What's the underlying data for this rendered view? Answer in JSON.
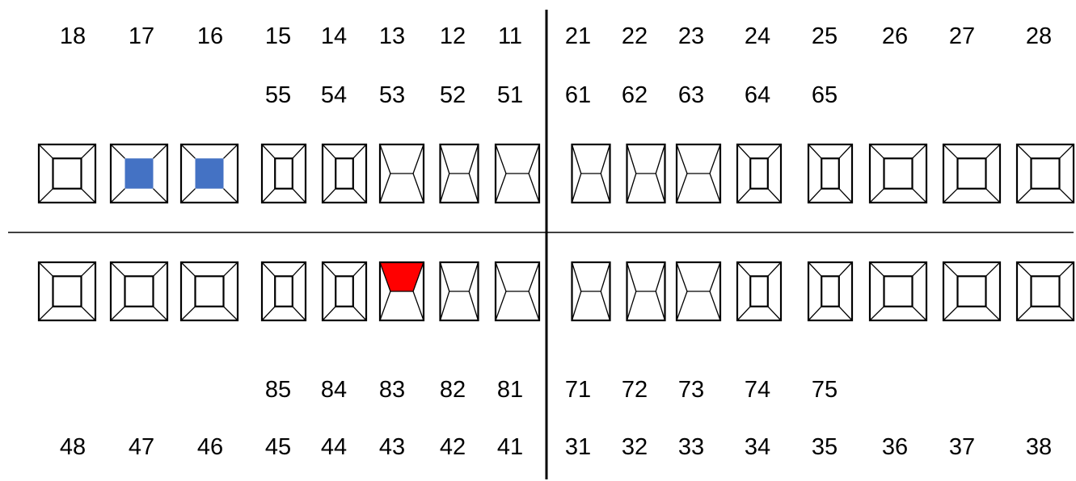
{
  "colors": {
    "line": "#000000",
    "blue_mark": "#4472C4",
    "red_mark": "#FF0000"
  },
  "upper": {
    "permanent_numbers": [
      "18",
      "17",
      "16",
      "15",
      "14",
      "13",
      "12",
      "11",
      "21",
      "22",
      "23",
      "24",
      "25",
      "26",
      "27",
      "28"
    ],
    "primary_numbers": [
      "55",
      "54",
      "53",
      "52",
      "51",
      "61",
      "62",
      "63",
      "64",
      "65"
    ],
    "teeth": [
      {
        "type": "molar"
      },
      {
        "type": "molar",
        "mark": "blue"
      },
      {
        "type": "molar",
        "mark": "blue"
      },
      {
        "type": "premolar"
      },
      {
        "type": "premolar"
      },
      {
        "type": "anterior"
      },
      {
        "type": "anterior"
      },
      {
        "type": "anterior"
      },
      {
        "type": "anterior"
      },
      {
        "type": "anterior"
      },
      {
        "type": "anterior"
      },
      {
        "type": "premolar"
      },
      {
        "type": "premolar"
      },
      {
        "type": "molar"
      },
      {
        "type": "molar"
      },
      {
        "type": "molar"
      }
    ]
  },
  "lower": {
    "primary_numbers": [
      "85",
      "84",
      "83",
      "82",
      "81",
      "71",
      "72",
      "73",
      "74",
      "75"
    ],
    "permanent_numbers": [
      "48",
      "47",
      "46",
      "45",
      "44",
      "43",
      "42",
      "41",
      "31",
      "32",
      "33",
      "34",
      "35",
      "36",
      "37",
      "38"
    ],
    "teeth": [
      {
        "type": "molar"
      },
      {
        "type": "molar"
      },
      {
        "type": "molar"
      },
      {
        "type": "premolar"
      },
      {
        "type": "premolar"
      },
      {
        "type": "anterior",
        "mark": "red-incisal"
      },
      {
        "type": "anterior"
      },
      {
        "type": "anterior"
      },
      {
        "type": "anterior"
      },
      {
        "type": "anterior"
      },
      {
        "type": "anterior"
      },
      {
        "type": "premolar"
      },
      {
        "type": "premolar"
      },
      {
        "type": "molar"
      },
      {
        "type": "molar"
      },
      {
        "type": "molar"
      }
    ]
  }
}
